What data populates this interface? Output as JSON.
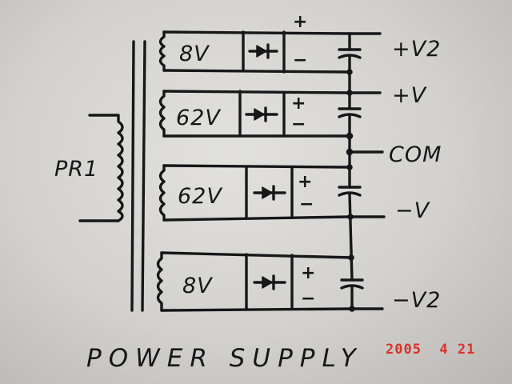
{
  "primary": {
    "label": "PR1"
  },
  "secondaries": [
    {
      "voltage": "8V",
      "plus": "+",
      "minus": "−"
    },
    {
      "voltage": "62V",
      "plus": "+",
      "minus": "−"
    },
    {
      "voltage": "62V",
      "plus": "+",
      "minus": "−"
    },
    {
      "voltage": "8V",
      "plus": "+",
      "minus": "−"
    }
  ],
  "outputs": [
    {
      "label": "+V2"
    },
    {
      "label": "+V"
    },
    {
      "label": "COM"
    },
    {
      "label": "−V"
    },
    {
      "label": "−V2"
    }
  ],
  "title": "POWER SUPPLY",
  "date_stamp": "2005  4 21",
  "colors": {
    "ink": "#17171a",
    "paper": "#dcdad7",
    "stamp": "#d9322a"
  }
}
